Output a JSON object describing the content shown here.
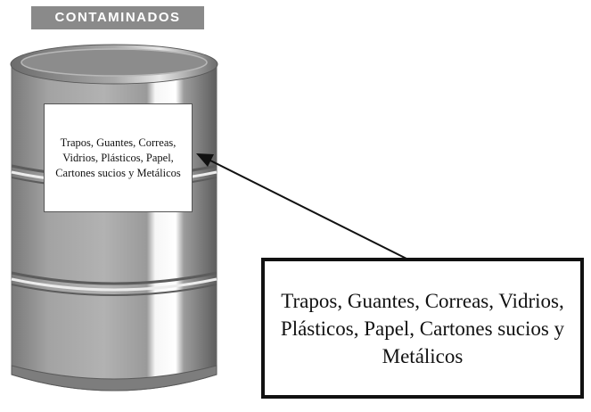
{
  "header": {
    "title": "CONTAMINADOS"
  },
  "drum_label": {
    "text": "Trapos, Guantes, Correas, Vidrios, Plásticos, Papel, Cartones sucios y Metálicos"
  },
  "callout": {
    "text": "Trapos, Guantes, Correas, Vidrios, Plásticos, Papel, Cartones sucios y Metálicos"
  },
  "colors": {
    "header_background": "#8a8a8a",
    "drum_body": "#8f8f8f",
    "drum_highlight": "#ffffff",
    "outline": "#111111"
  }
}
